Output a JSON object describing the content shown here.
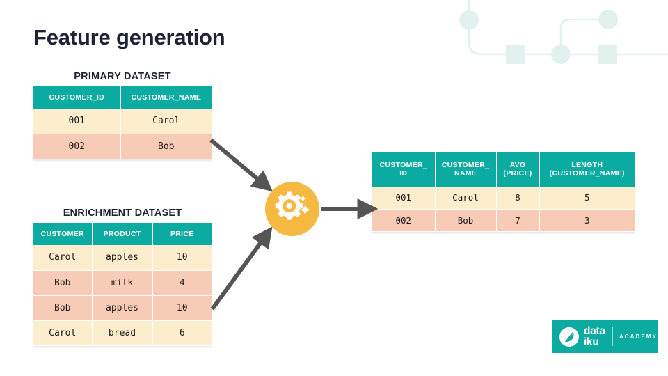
{
  "slide": {
    "title": "Feature generation",
    "background_color": "#ffffff",
    "title_color": "#1e2235"
  },
  "palette": {
    "teal": "#0caba2",
    "cream": "#fceecd",
    "salmon": "#f7cbb6",
    "amber": "#f5b942",
    "arrow_gray": "#555555",
    "decor": "#e3f1ee"
  },
  "primary_dataset": {
    "caption": "PRIMARY DATASET",
    "columns": [
      "CUSTOMER_ID",
      "CUSTOMER_NAME"
    ],
    "rows": [
      {
        "tone": "cream",
        "cells": [
          "001",
          "Carol"
        ]
      },
      {
        "tone": "salmon",
        "cells": [
          "002",
          "Bob"
        ]
      }
    ]
  },
  "enrichment_dataset": {
    "caption": "ENRICHMENT DATASET",
    "columns": [
      "CUSTOMER",
      "PRODUCT",
      "PRICE"
    ],
    "rows": [
      {
        "tone": "cream",
        "cells": [
          "Carol",
          "apples",
          "10"
        ]
      },
      {
        "tone": "salmon",
        "cells": [
          "Bob",
          "milk",
          "4"
        ]
      },
      {
        "tone": "salmon",
        "cells": [
          "Bob",
          "apples",
          "10"
        ]
      },
      {
        "tone": "cream",
        "cells": [
          "Carol",
          "bread",
          "6"
        ]
      }
    ]
  },
  "output_dataset": {
    "columns": [
      {
        "line1": "CUSTOMER_",
        "line2": "ID"
      },
      {
        "line1": "CUSTOMER_",
        "line2": "NAME"
      },
      {
        "line1": "AVG",
        "line2": "(PRICE)"
      },
      {
        "line1": "LENGTH",
        "line2": "(CUSTOMER_NAME)"
      }
    ],
    "rows": [
      {
        "tone": "cream",
        "cells": [
          "001",
          "Carol",
          "8",
          "5"
        ]
      },
      {
        "tone": "salmon",
        "cells": [
          "002",
          "Bob",
          "7",
          "3"
        ]
      }
    ]
  },
  "processor": {
    "icon": "gear-sparkles-icon",
    "color": "#f5b942"
  },
  "arrows": [
    {
      "name": "arrow-primary-to-processor"
    },
    {
      "name": "arrow-enrichment-to-processor"
    },
    {
      "name": "arrow-processor-to-output"
    }
  ],
  "logo": {
    "mark": "dataiku-bird-icon",
    "word_line1": "data",
    "word_line2": "iku",
    "sub_brand": "ACADEMY",
    "background_color": "#0caba2"
  }
}
